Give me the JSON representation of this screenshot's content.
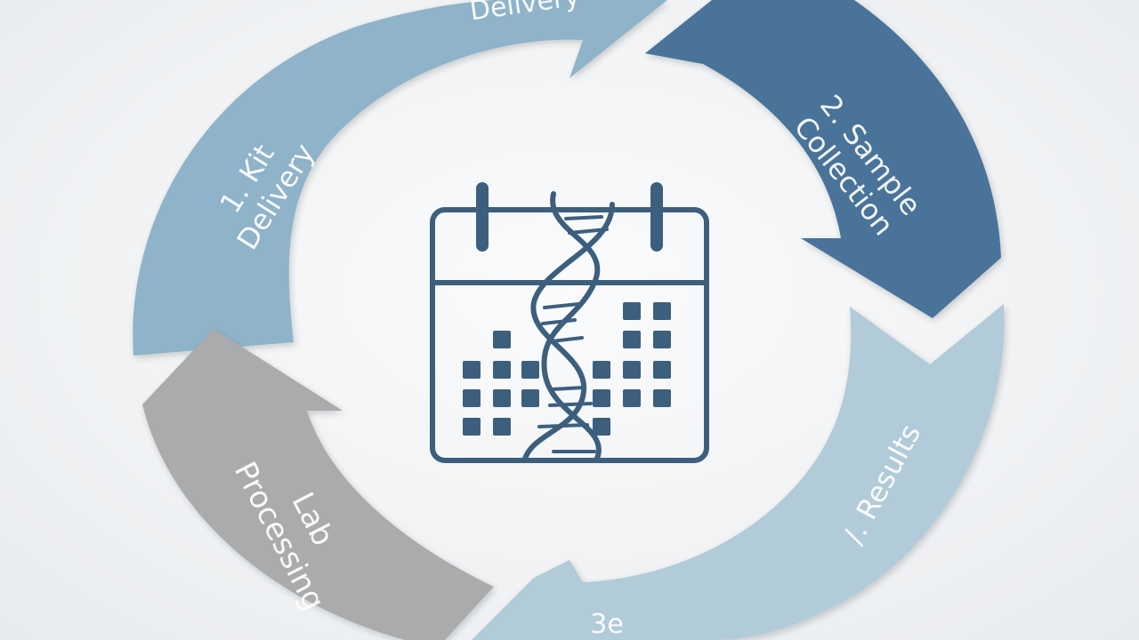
{
  "diagram": {
    "steps": [
      {
        "id": "kit-delivery",
        "lines": [
          "1. Kit",
          "Delivery"
        ],
        "color": "#8fb3c9"
      },
      {
        "id": "sample-collection",
        "lines": [
          "2. Sample",
          "Collection"
        ],
        "color": "#4a7399"
      },
      {
        "id": "results",
        "lines": [
          "/. Results"
        ],
        "color": "#b2cbd8"
      },
      {
        "id": "lab-processing",
        "lines": [
          "Lab",
          "Processing"
        ],
        "color": "#a9abad"
      }
    ],
    "top_fragment": "Delivery",
    "bottom_fragment": "3e",
    "center_icon": "calendar-dna-icon",
    "icon_color": "#3d5f7e"
  }
}
